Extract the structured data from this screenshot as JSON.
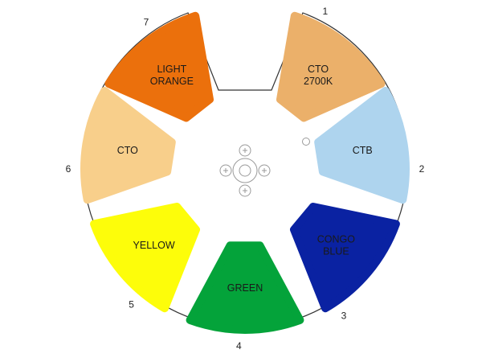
{
  "segments": [
    {
      "position": "1",
      "label_lines": [
        "CTO",
        "2700K"
      ],
      "color": "#EBB06A",
      "text_color": "#1a1a1a"
    },
    {
      "position": "2",
      "label_lines": [
        "CTB"
      ],
      "color": "#AED4EE",
      "text_color": "#1a1a1a"
    },
    {
      "position": "3",
      "label_lines": [
        "CONGO",
        "BLUE"
      ],
      "color": "#0A22A2",
      "text_color": "#ffffff"
    },
    {
      "position": "4",
      "label_lines": [
        "GREEN"
      ],
      "color": "#04A33A",
      "text_color": "#1a1a1a"
    },
    {
      "position": "5",
      "label_lines": [
        "YELLOW"
      ],
      "color": "#FDFD0A",
      "text_color": "#1a1a1a"
    },
    {
      "position": "6",
      "label_lines": [
        "CTO"
      ],
      "color": "#F8CF8B",
      "text_color": "#1a1a1a"
    },
    {
      "position": "7",
      "label_lines": [
        "LIGHT",
        "ORANGE"
      ],
      "color": "#EB700C",
      "text_color": "#1a1a1a"
    }
  ],
  "outline_color": "#333333",
  "hub_icon_color": "#9a9a9a"
}
